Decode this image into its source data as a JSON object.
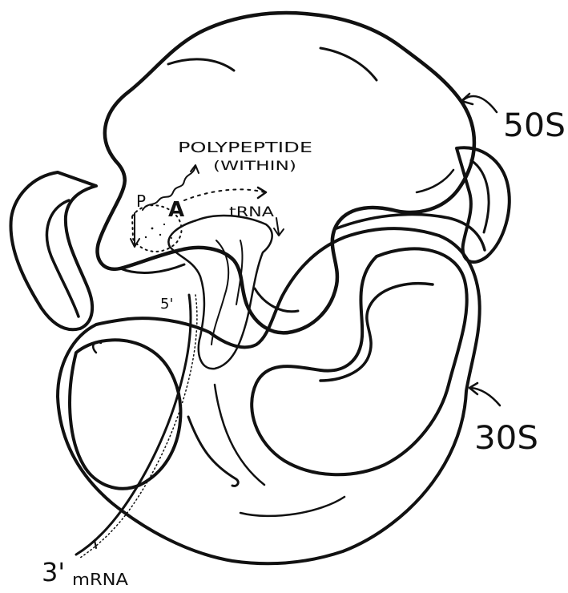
{
  "labels": {
    "large_subunit": "50S",
    "small_subunit": "30S",
    "polypeptide": "POLYPEPTIDE",
    "polypeptide_note": "(WITHIN)",
    "p_site": "P",
    "a_site": "A",
    "trna": "tRNA",
    "five_prime": "5'",
    "three_prime": "3'",
    "mrna": "mRNA"
  }
}
